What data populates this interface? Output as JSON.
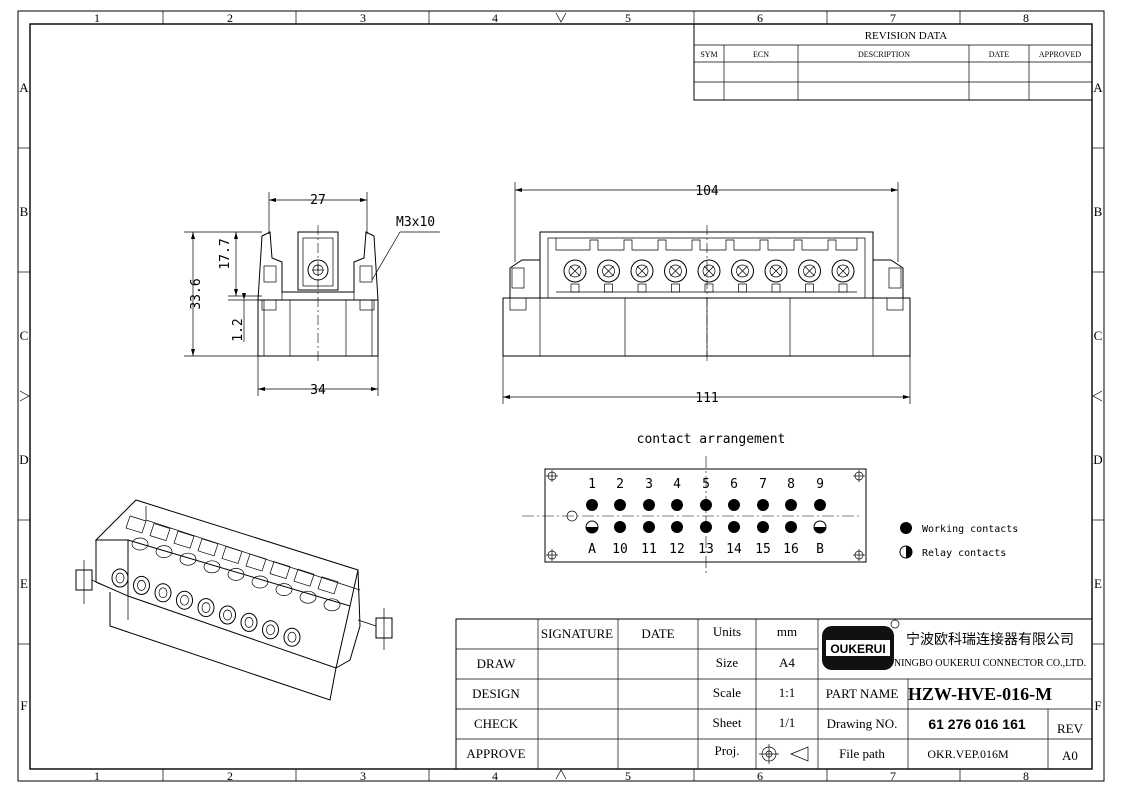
{
  "grid": {
    "columns": [
      "1",
      "2",
      "3",
      "4",
      "5",
      "6",
      "7",
      "8"
    ],
    "rows": [
      "A",
      "B",
      "C",
      "D",
      "E",
      "F"
    ]
  },
  "revision": {
    "title": "REVISION   DATA",
    "headers": [
      "SYM",
      "ECN",
      "DESCRIPTION",
      "DATE",
      "APPROVED"
    ]
  },
  "dims": {
    "side_width_top": "27",
    "side_width_bottom": "34",
    "side_height_total": "33.6",
    "side_height_upper": "17.7",
    "side_height_lower": "1.2",
    "screw": "M3x10",
    "front_width_top": "104",
    "front_width_bottom": "111"
  },
  "contacts": {
    "title": "contact arrangement",
    "top_labels": [
      "1",
      "2",
      "3",
      "4",
      "5",
      "6",
      "7",
      "8",
      "9"
    ],
    "bottom_labels": [
      "A",
      "10",
      "11",
      "12",
      "13",
      "14",
      "15",
      "16",
      "B"
    ],
    "legend_working": "Working contacts",
    "legend_relay": "Relay contacts"
  },
  "title_block": {
    "col_signature": "SIGNATURE",
    "col_date": "DATE",
    "rows": [
      "DRAW",
      "DESIGN",
      "CHECK",
      "APPROVE"
    ],
    "units_label": "Units",
    "units_value": "mm",
    "size_label": "Size",
    "size_value": "A4",
    "scale_label": "Scale",
    "scale_value": "1:1",
    "sheet_label": "Sheet",
    "sheet_value": "1/1",
    "proj_label": "Proj.",
    "logo_text": "OUKERUI",
    "company_cn": "宁波欧科瑞连接器有限公司",
    "company_en": "NINGBO OUKERUI CONNECTOR CO.,LTD.",
    "part_name_label": "PART NAME",
    "part_name_value": "HZW-HVE-016-M",
    "drawing_no_label": "Drawing NO.",
    "drawing_no_value": "61 276 016 161",
    "rev_label": "REV",
    "file_path_label": "File path",
    "file_path_value": "OKR.VEP.016M",
    "rev_value": "A0"
  }
}
